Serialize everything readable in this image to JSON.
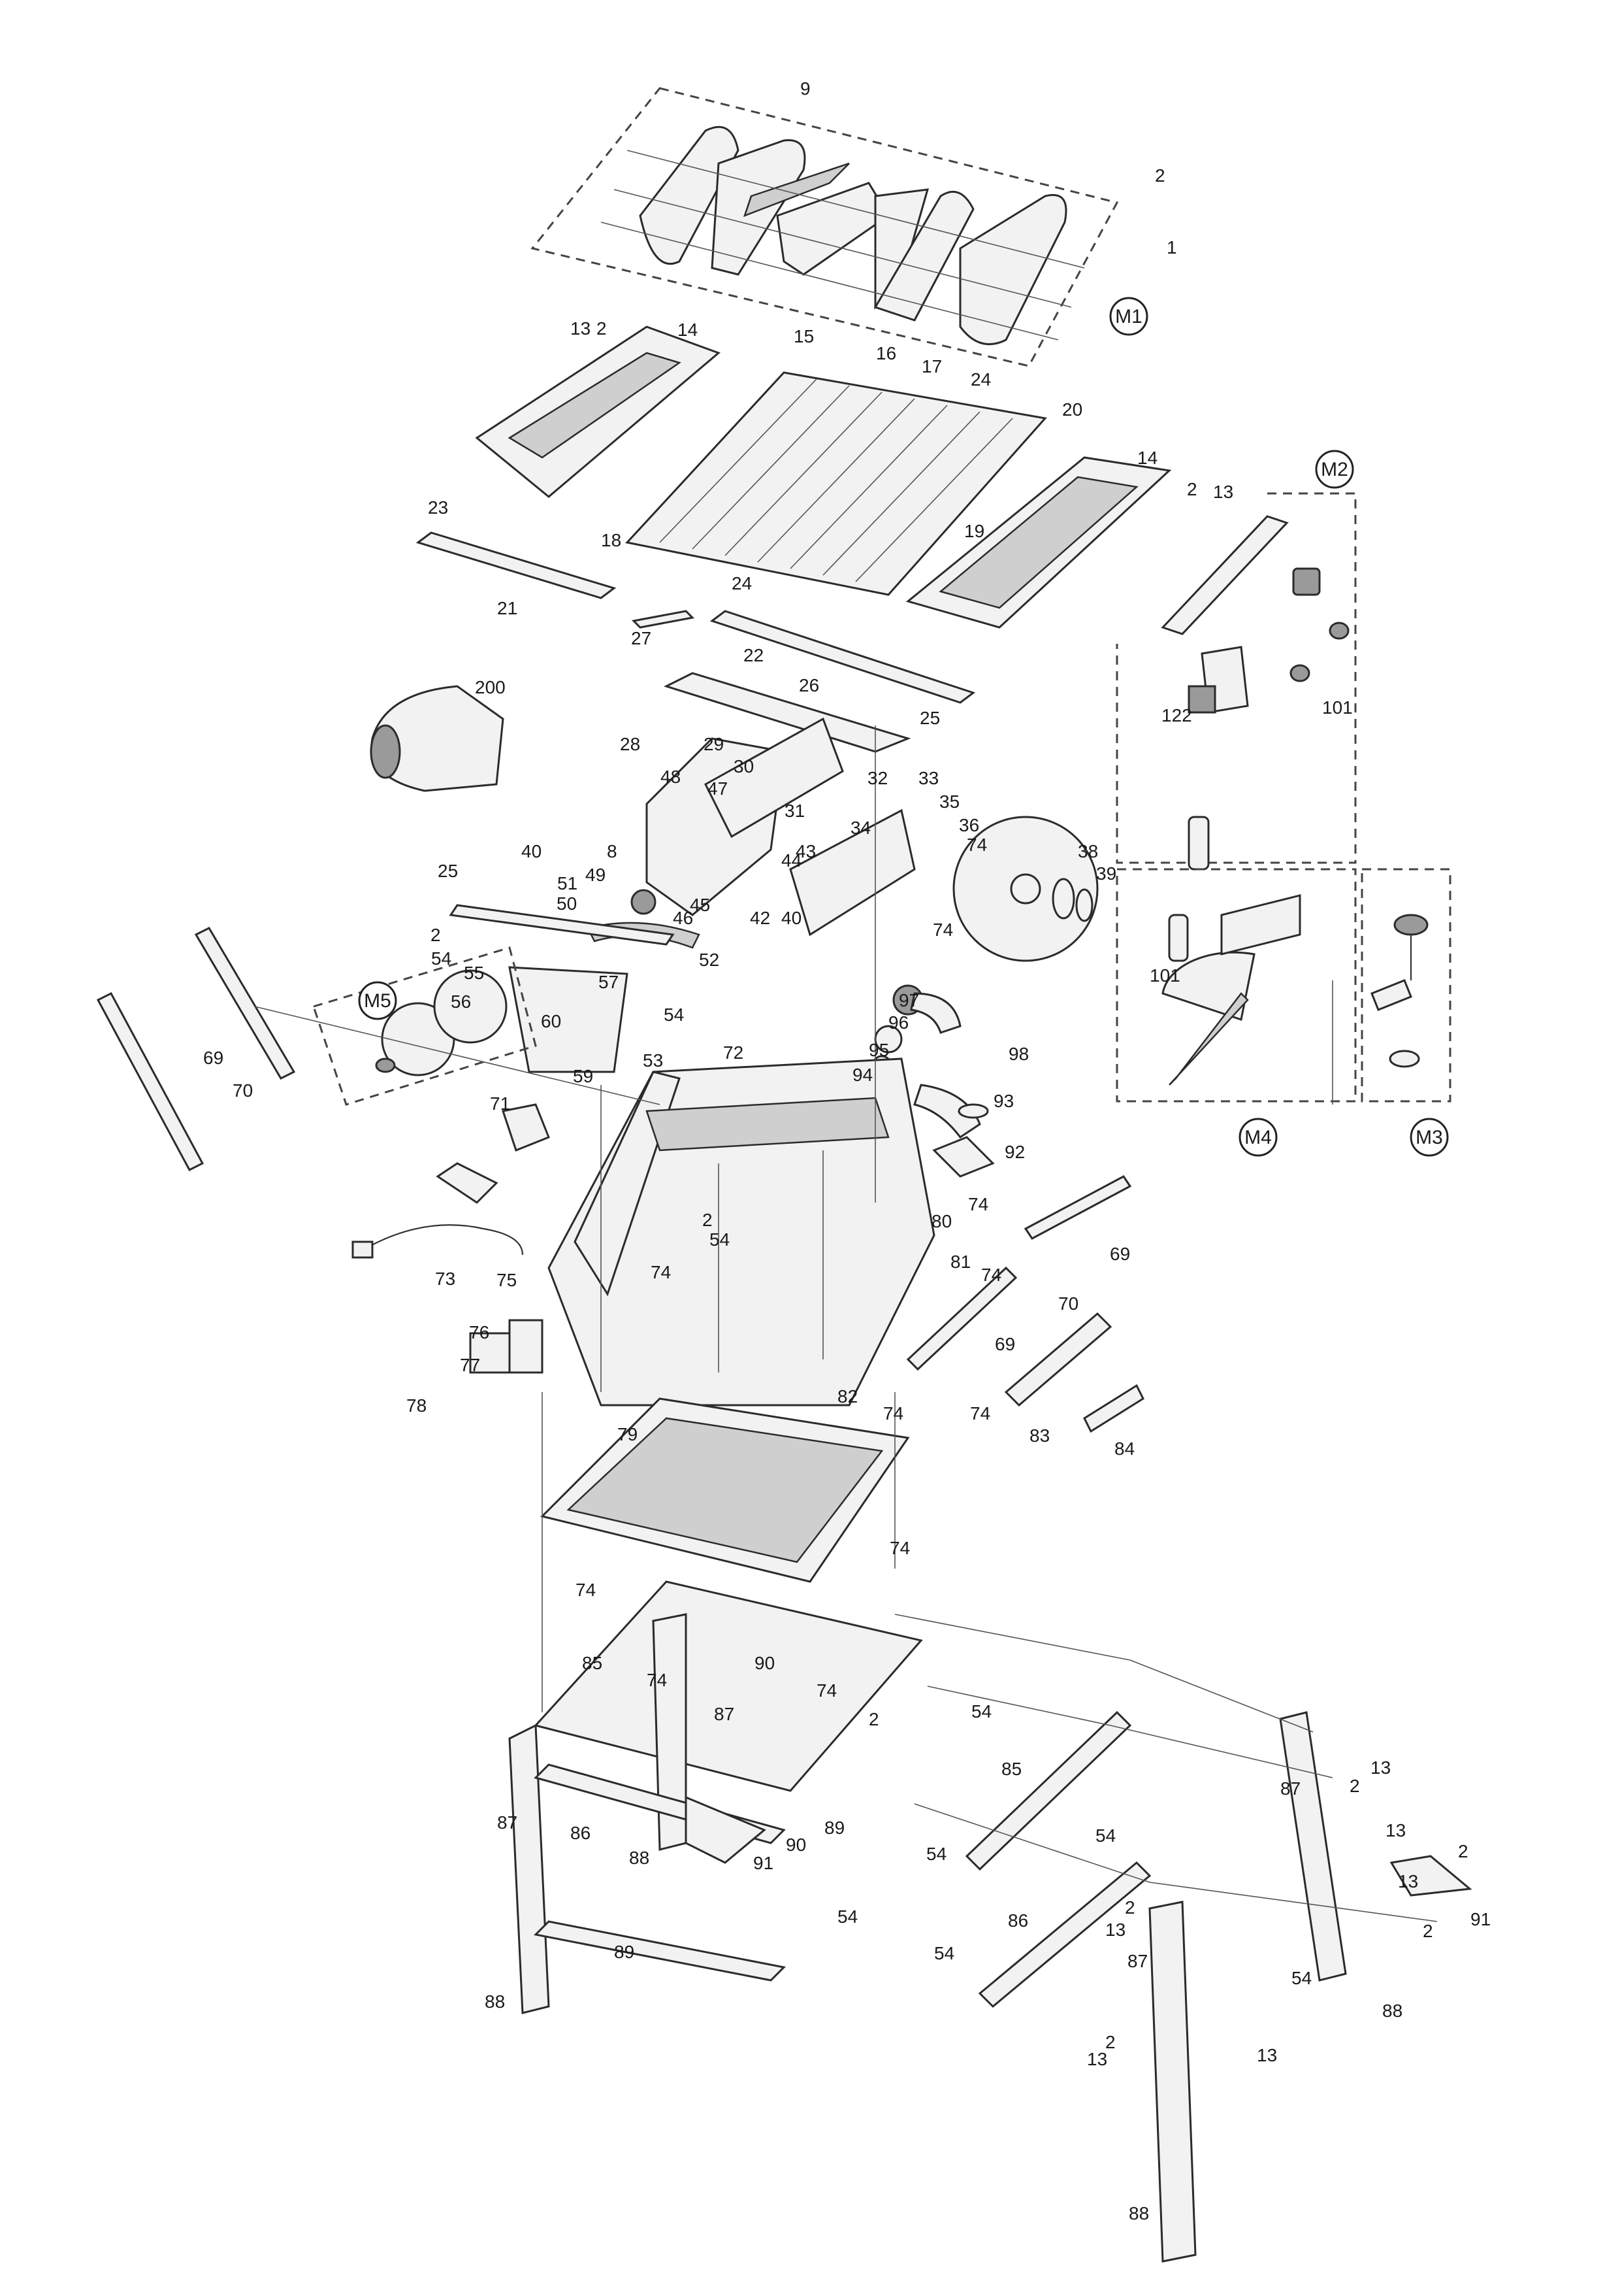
{
  "modules": [
    "M1",
    "M2",
    "M3",
    "M4",
    "M5"
  ],
  "labels": {
    "n1": "1",
    "n2a": "2",
    "n2b": "2",
    "n2c": "2",
    "n2d": "2",
    "n2e": "2",
    "n2f": "2",
    "n2g": "2",
    "n2h": "2",
    "n2i": "2",
    "n2j": "2",
    "n2k": "2",
    "n8": "8",
    "n9": "9",
    "n13a": "13",
    "n13b": "13",
    "n13c": "13",
    "n13d": "13",
    "n13e": "13",
    "n13f": "13",
    "n13g": "13",
    "n13h": "13",
    "n14a": "14",
    "n14b": "14",
    "n15": "15",
    "n16": "16",
    "n17": "17",
    "n18": "18",
    "n19": "19",
    "n20": "20",
    "n21": "21",
    "n22": "22",
    "n23": "23",
    "n24a": "24",
    "n24b": "24",
    "n25a": "25",
    "n25b": "25",
    "n26": "26",
    "n27": "27",
    "n28": "28",
    "n29": "29",
    "n30": "30",
    "n31": "31",
    "n32": "32",
    "n33": "33",
    "n34": "34",
    "n35": "35",
    "n36": "36",
    "n38": "38",
    "n39": "39",
    "n40a": "40",
    "n40b": "40",
    "n42": "42",
    "n43": "43",
    "n44": "44",
    "n45": "45",
    "n46": "46",
    "n47": "47",
    "n48": "48",
    "n49": "49",
    "n50": "50",
    "n51": "51",
    "n52": "52",
    "n53": "53",
    "n54a": "54",
    "n54b": "54",
    "n54c": "54",
    "n54d": "54",
    "n54e": "54",
    "n54f": "54",
    "n54g": "54",
    "n54h": "54",
    "n54i": "54",
    "n55": "55",
    "n56": "56",
    "n57": "57",
    "n59": "59",
    "n60": "60",
    "n69a": "69",
    "n69b": "69",
    "n69c": "69",
    "n70a": "70",
    "n70b": "70",
    "n71": "71",
    "n72": "72",
    "n73": "73",
    "n74a": "74",
    "n74b": "74",
    "n74c": "74",
    "n74d": "74",
    "n74e": "74",
    "n74f": "74",
    "n74g": "74",
    "n74h": "74",
    "n74i": "74",
    "n74j": "74",
    "n74k": "74",
    "n75": "75",
    "n76": "76",
    "n77": "77",
    "n78": "78",
    "n79": "79",
    "n80": "80",
    "n81": "81",
    "n82": "82",
    "n83": "83",
    "n84": "84",
    "n85a": "85",
    "n85b": "85",
    "n86a": "86",
    "n86b": "86",
    "n87a": "87",
    "n87b": "87",
    "n87c": "87",
    "n87d": "87",
    "n88a": "88",
    "n88b": "88",
    "n88c": "88",
    "n88d": "88",
    "n89a": "89",
    "n89b": "89",
    "n90a": "90",
    "n90b": "90",
    "n91a": "91",
    "n91b": "91",
    "n92": "92",
    "n93": "93",
    "n94": "94",
    "n95": "95",
    "n96": "96",
    "n97": "97",
    "n98": "98",
    "n101a": "101",
    "n101b": "101",
    "n122": "122",
    "n200": "200"
  }
}
